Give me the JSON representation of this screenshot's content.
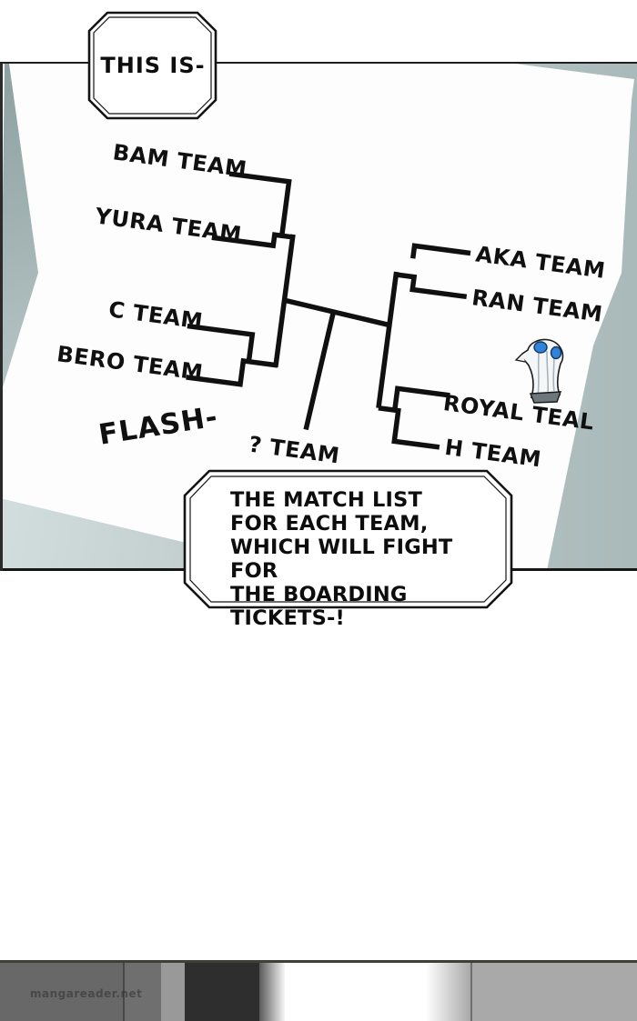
{
  "comic": {
    "top_bubble": {
      "text": "THIS IS-"
    },
    "bottom_bubble": {
      "lines": [
        "THE MATCH LIST",
        "FOR EACH TEAM,",
        "WHICH WILL FIGHT FOR",
        "THE BOARDING TICKETS-!"
      ]
    },
    "sfx": {
      "flash": "FLASH-"
    },
    "bracket": {
      "left_teams": [
        {
          "label": "BAM TEAM"
        },
        {
          "label": "YURA TEAM"
        },
        {
          "label": "C TEAM"
        },
        {
          "label": "BERO TEAM"
        }
      ],
      "right_teams": [
        {
          "label": "AKA TEAM"
        },
        {
          "label": "RAN TEAM"
        },
        {
          "label": "ROYAL TEAL"
        },
        {
          "label": "H TEAM"
        }
      ],
      "center_team": {
        "label": "? TEAM"
      }
    },
    "watermark": "mangareader.net",
    "colors": {
      "ink": "#111111",
      "panel_shadow_gray": "#b3c1c1",
      "statue_eye_blue": "#2f83da",
      "strip_dark": "#2e2e2e",
      "strip_mid": "#6a6a6a",
      "strip_light": "#a9a9a9"
    }
  }
}
